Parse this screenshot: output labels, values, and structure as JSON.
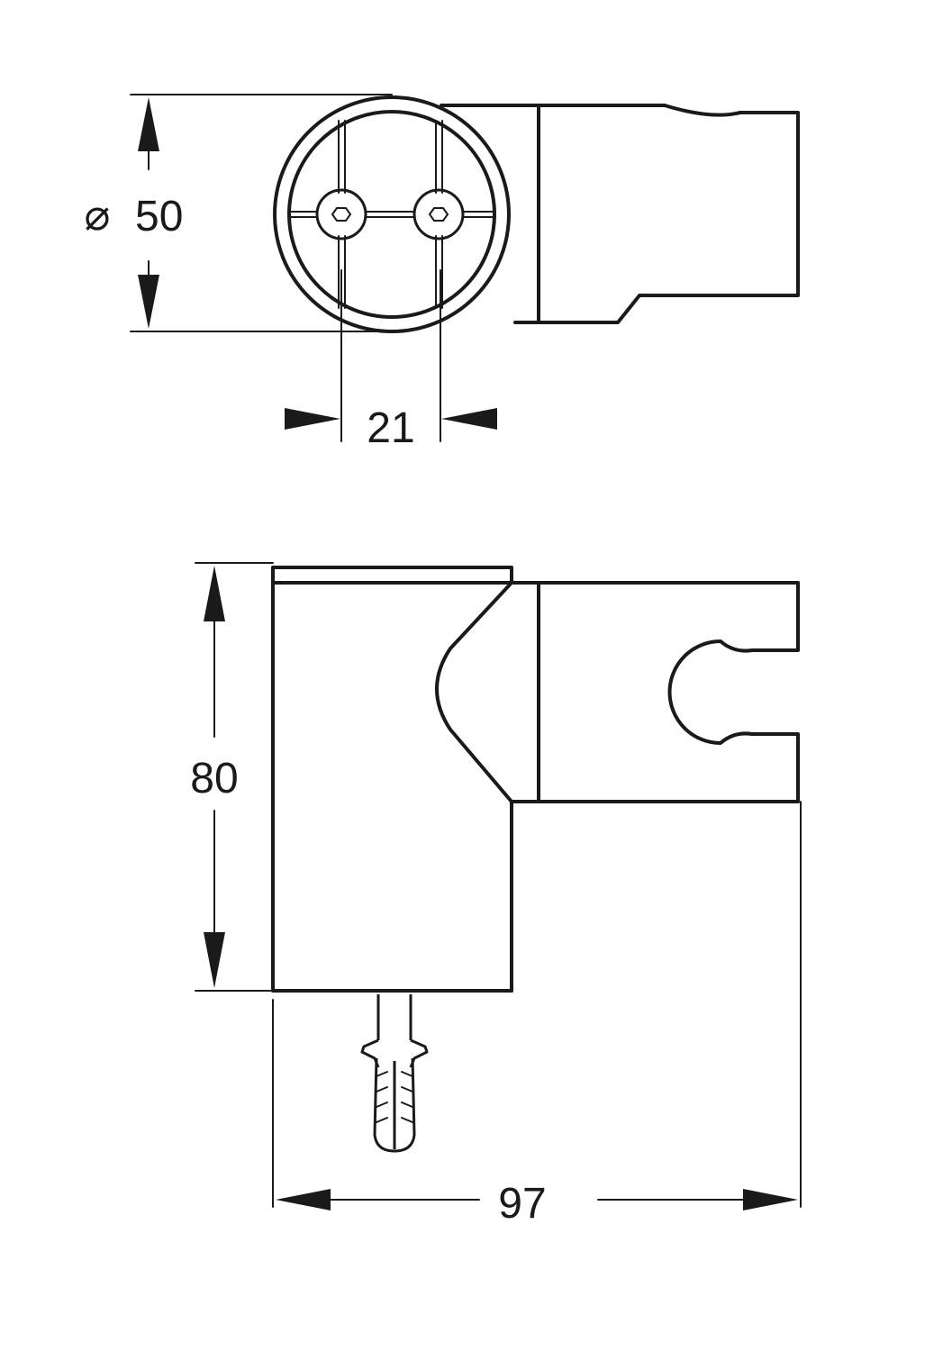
{
  "dimensions": {
    "diameter_symbol": "⌀",
    "diameter_value": "50",
    "hole_spacing": "21",
    "height": "80",
    "width": "97"
  }
}
